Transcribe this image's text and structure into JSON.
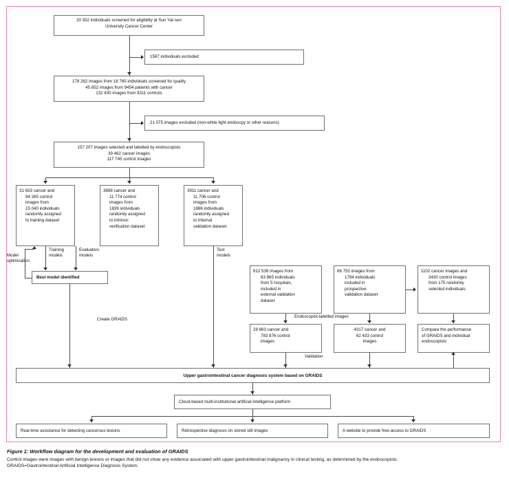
{
  "figure": {
    "title": "Figure 1: Workflow diagram for the development and evaluation of GRAIDS",
    "note1": "Control images were images with benign lesions or images that did not show any evidence associated with upper gastrointestinal malignancy in clinical testing, as determined by the endoscopists.",
    "note2": "GRAIDS=Gastrointestinal Artificial Intelligence Diagnosis System.",
    "frame_color": "#ef7fa4"
  },
  "nodes": {
    "screened": {
      "line1": "20 352 individuals screened for eligibility at Sun Yat-sen",
      "line2": "University Cancer Center"
    },
    "excluded_individuals": {
      "line1": "1587 individuals excluded"
    },
    "quality": {
      "line1": "178 282 images from 18 765 individuals screened for quality",
      "line2": "45 852 images from 9454 patients with cancer",
      "line3": "132 430 images from 9311 controls"
    },
    "excluded_images": {
      "line1": "21 075 images excluded (non-white light endoscpy or other reasons)"
    },
    "labelled": {
      "line1": "157 207 images selected and labelled by endoscopists",
      "line2": "39 462 cancer images",
      "line3": "117 745 control images"
    },
    "training_set": {
      "line1": "31 633 cancer and",
      "line2": "94 265 control",
      "line3": "images from",
      "line4": "15 040 individuals",
      "line5": "randomly assigned",
      "line6": "to training dataset"
    },
    "intrinsic_set": {
      "line1": "3898 cancer and",
      "line2": "11 774 control",
      "line3": "images from",
      "line4": "1839 individuals",
      "line5": "randomly assigned",
      "line6": "to intrinsic",
      "line7": "verification dataset"
    },
    "internal_set": {
      "line1": "3911 cancer and",
      "line2": "11 706 control",
      "line3": "images from",
      "line4": "1886 individuals",
      "line5": "randomly assigned",
      "line6": "to internal",
      "line7": "validation dataset"
    },
    "best_model": {
      "line1": "Best model identified"
    },
    "external_set": {
      "line1": "812 539 images from",
      "line2": "63 865 individuals",
      "line3": "from 5 hospitals,",
      "line4": "included in",
      "line5": "external validation",
      "line6": "dataset"
    },
    "prospective_set": {
      "line1": "66 750 images from",
      "line2": "1794 individuals",
      "line3": "included in",
      "line4": "prospective",
      "line5": "validation dataset"
    },
    "random_selected": {
      "line1": "1102 cancer images and",
      "line2": "3430 control images",
      "line3": "from 175 randomly",
      "line4": "selected individuals"
    },
    "external_labelled": {
      "line1": "28 663 cancer and",
      "line2": "783 876 control",
      "line3": "images"
    },
    "prospective_labelled": {
      "line1": "4317 cancer and",
      "line2": "62 433 control",
      "line3": "images"
    },
    "compare": {
      "line1": "Compare the performance",
      "line2": "of GRAIDS and individual",
      "line3": "endoscopists"
    },
    "graids_system": {
      "line1": "Upper gastrointestinal cancer diagnosis system based on GRAIDS"
    },
    "cloud_platform": {
      "line1": "Cloud-based multi-institutional artificial intelligence platform"
    },
    "app_realtime": {
      "line1": "Real-time assistance for detecting cancerous lesions"
    },
    "app_retrospective": {
      "line1": "Retrospective diagnosis on stored still images"
    },
    "app_website": {
      "line1": "A website to provide free-access to GRAIDS"
    }
  },
  "edge_labels": {
    "model_optimisation_1": "Model",
    "model_optimisation_2": "optimisation",
    "training_1": "Training",
    "training_2": "models",
    "evaluation_1": "Evaluation",
    "evaluation_2": "models",
    "test_1": "Test",
    "test_2": "models",
    "create_graids": "Create GRAIDS",
    "endoscopist_labelled": "Endoscopist-labelled images",
    "validation": "Validation"
  }
}
